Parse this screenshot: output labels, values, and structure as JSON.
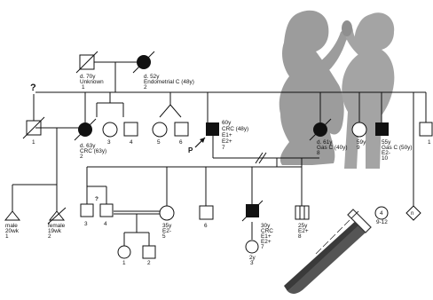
{
  "colors": {
    "ink": "#111111",
    "silhouette": "#9c9c9c",
    "silhouette_dark": "#8a8a8a",
    "tube": "#555555",
    "tube_fill": "#3a3a3a",
    "paper": "#ffffff"
  },
  "icons": {
    "silhouette": "mother-child-silhouette",
    "tube": "test-tube-illustration"
  },
  "gen1": {
    "grandfather": {
      "line1": "d. 70y",
      "line2": "Unknown",
      "num": "1"
    },
    "grandmother": {
      "line1": "d. 52y",
      "line2": "Endometrial C (48y)",
      "num": "2"
    }
  },
  "gen2": {
    "unknown_marker": "?",
    "first_spouse_num": "1",
    "wife": {
      "line1": "d. 63y",
      "line2": "CRC (63y)",
      "num": "2"
    },
    "sibs": [
      "3",
      "4",
      "5",
      "6"
    ],
    "proband": {
      "line1": "60y",
      "line2": "CRC (48y)",
      "line3": "E1+",
      "line4": "E2+",
      "num": "7"
    },
    "proband_marker": "P",
    "sister8": {
      "line1": "d. 61y",
      "line2": "Gas C (40y)",
      "num": "8"
    },
    "sister9": {
      "line1": "59y",
      "num": "9"
    },
    "brother10": {
      "line1": "55y",
      "line2": "Gas C (50y)",
      "line3": "E2-",
      "num": "10"
    },
    "right_partial": "1",
    "circle_count": "4",
    "circle_count_label": "9-12",
    "diamond_label": "n"
  },
  "gen3": {
    "male_fetus": {
      "line1": "male",
      "line2": "20wk",
      "num": "1"
    },
    "female_fetus": {
      "line1": "female",
      "line2": "19wk",
      "num": "2"
    },
    "q_marker": "?",
    "sq3": "3",
    "sq4": "4",
    "daughter5": {
      "line1": "35y",
      "line2": "E2-",
      "num": "5"
    },
    "son6": "6",
    "son7": {
      "line1": "30y",
      "line2": "CRC",
      "line3": "E1+",
      "line4": "E2+",
      "num": "7"
    },
    "son8": {
      "line1": "25y",
      "line2": "E2+",
      "num": "8"
    }
  },
  "gen4": {
    "c1": "1",
    "c2": "2",
    "c3": {
      "line1": "2y",
      "num": "3"
    }
  }
}
